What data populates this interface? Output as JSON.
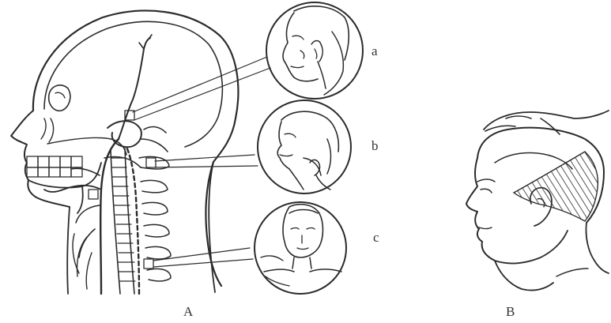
{
  "labels": {
    "panel_a": "A",
    "panel_b": "B",
    "detail_a": "a",
    "detail_b": "b",
    "detail_c": "c"
  }
}
